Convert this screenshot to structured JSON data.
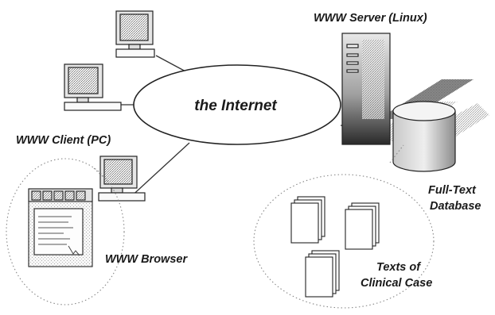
{
  "internet": {
    "label": "the Internet"
  },
  "client": {
    "label": "WWW Client (PC)"
  },
  "server": {
    "label": "WWW Server (Linux)"
  },
  "database": {
    "label_line1": "Full-Text",
    "label_line2": "Database"
  },
  "browser": {
    "label": "WWW Browser"
  },
  "cases": {
    "label_line1": "Texts of",
    "label_line2": "Clinical Case"
  }
}
